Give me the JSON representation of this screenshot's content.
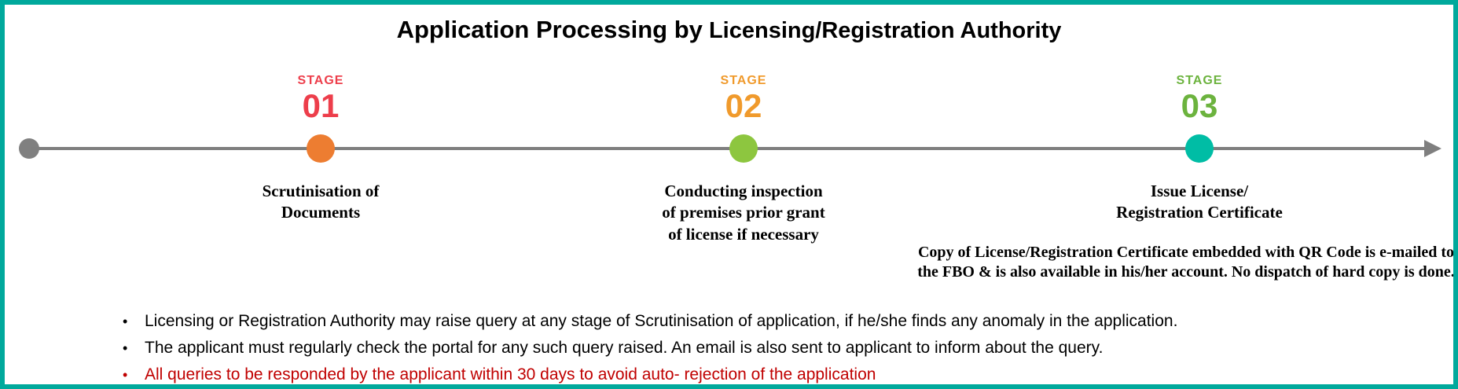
{
  "title": {
    "part1": "Application Processing by",
    "part2": " Licensing/Registration Authority"
  },
  "stages": [
    {
      "label": "STAGE",
      "number": "01",
      "label_color": "#ED3E4B",
      "dot_color": "#ED7D31",
      "description": "Scrutinisation of\nDocuments"
    },
    {
      "label": "STAGE",
      "number": "02",
      "label_color": "#F09A2C",
      "dot_color": "#8DC63F",
      "description": "Conducting inspection\nof premises prior grant\nof license if necessary"
    },
    {
      "label": "STAGE",
      "number": "03",
      "label_color": "#6CB33E",
      "dot_color": "#00BDA5",
      "description": "Issue License/\nRegistration Certificate"
    }
  ],
  "note": "Copy of License/Registration Certificate embedded with QR Code is e-mailed to the FBO & is also available in his/her account. No dispatch of hard copy is done.",
  "bullets": [
    {
      "text": "Licensing or Registration Authority may raise query at any stage of Scrutinisation of application, if he/she finds any anomaly in the application.",
      "color": "#000000"
    },
    {
      "text": "The applicant must regularly check the portal for any such query raised. An email is also sent to applicant to inform about the query.",
      "color": "#000000"
    },
    {
      "text": "All queries to be responded by the applicant within 30 days to avoid auto- rejection of the application",
      "color": "#C00000"
    }
  ],
  "colors": {
    "border": "#00A99C",
    "timeline": "#7F7F7F",
    "start_dot": "#808080"
  }
}
